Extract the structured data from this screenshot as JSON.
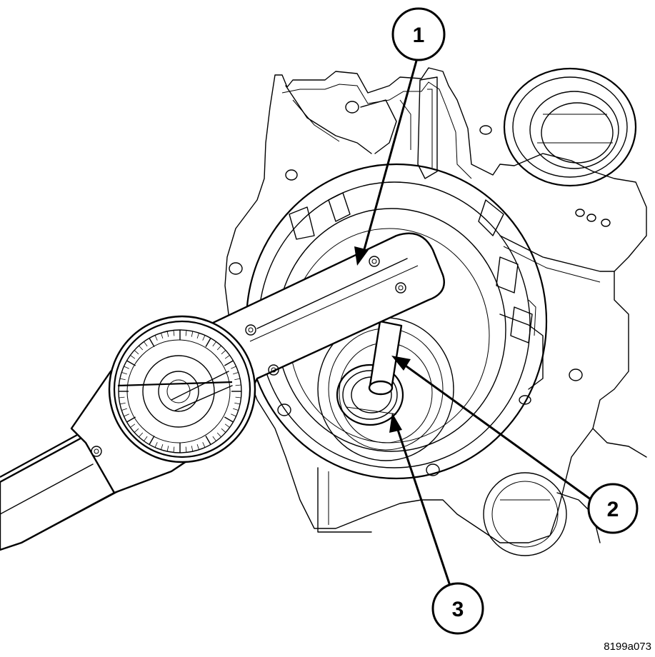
{
  "callouts": [
    {
      "id": "1",
      "label": "1"
    },
    {
      "id": "2",
      "label": "2"
    },
    {
      "id": "3",
      "label": "3"
    }
  ],
  "figure_code": "8199a073"
}
